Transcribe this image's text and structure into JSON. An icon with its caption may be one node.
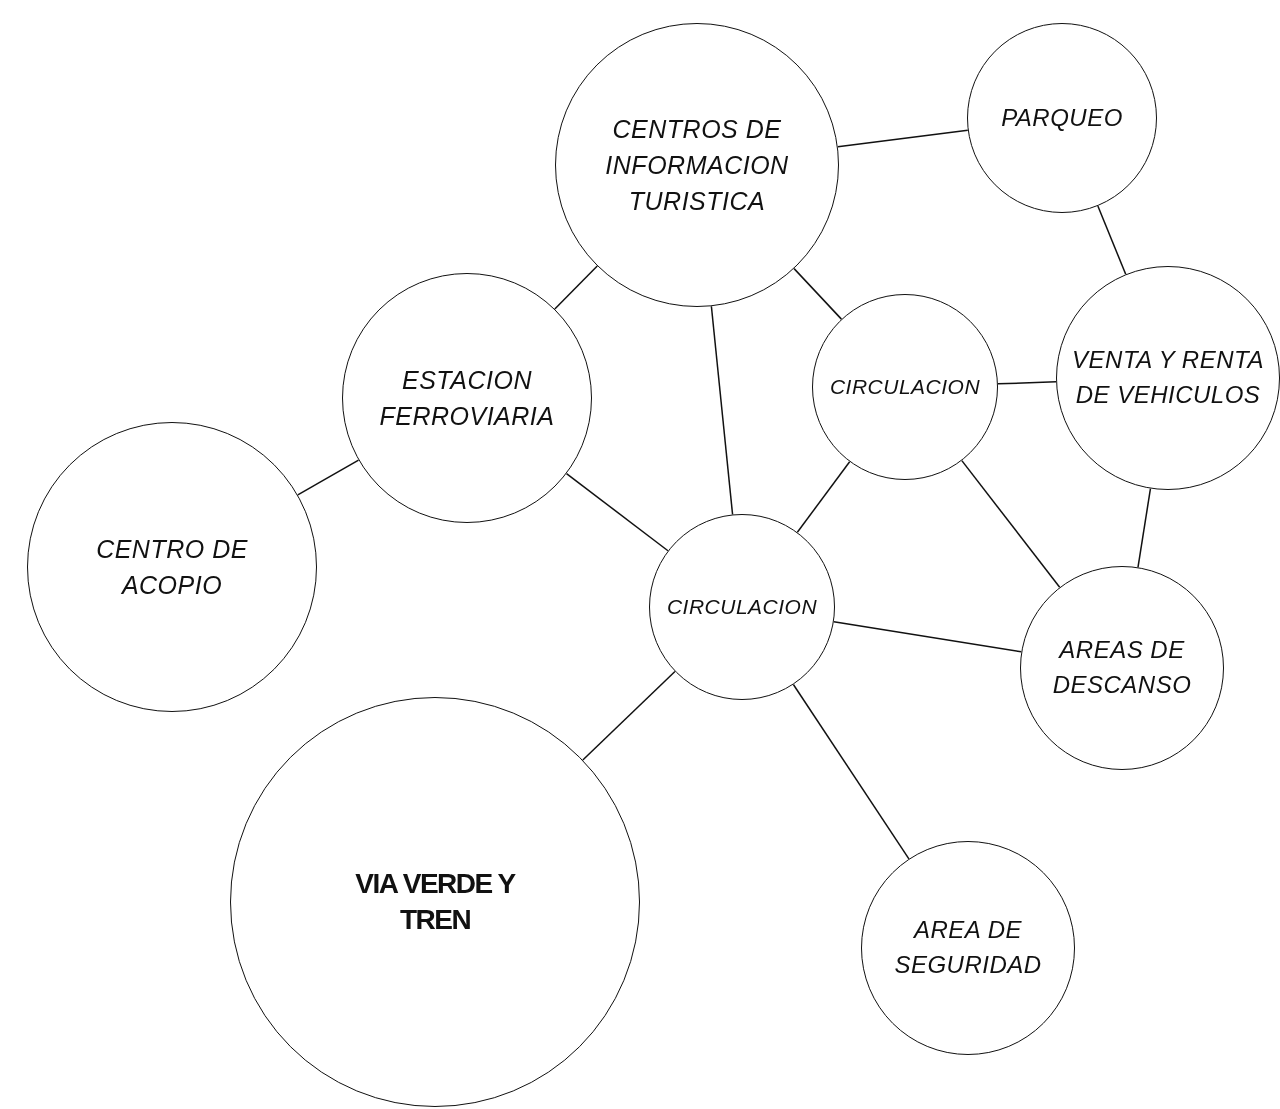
{
  "diagram": {
    "nodes": [
      {
        "text": [
          "CENTROS DE INFORMACION TURISTICA"
        ]
      },
      {
        "text": [
          "PARQUEO"
        ]
      },
      {
        "text": [
          "ESTACION FERROVIARIA"
        ]
      },
      {
        "text": [
          "CIRCULACION"
        ]
      },
      {
        "text": [
          "VENTA Y RENTA DE VEHICULOS"
        ]
      },
      {
        "text": [
          "CENTRO DE ACOPIO"
        ]
      },
      {
        "text": [
          "CIRCULACION"
        ]
      },
      {
        "text": [
          "AREAS DE DESCANSO"
        ]
      },
      {
        "text": [
          "VIA VERDE Y TREN"
        ]
      },
      {
        "text": [
          "AREA DE SEGURIDAD"
        ]
      }
    ],
    "edges": [
      {
        "from": 0,
        "to": 1,
        "arrow": "none"
      },
      {
        "from": 0,
        "to": 2,
        "arrow": "none"
      },
      {
        "from": 0,
        "to": 3,
        "arrow": "none"
      },
      {
        "from": 0,
        "to": 6,
        "arrow": "none"
      },
      {
        "from": 1,
        "to": 4,
        "arrow": "none"
      },
      {
        "from": 3,
        "to": 4,
        "arrow": "none"
      },
      {
        "from": 2,
        "to": 5,
        "arrow": "none"
      },
      {
        "from": 2,
        "to": 6,
        "arrow": "none"
      },
      {
        "from": 3,
        "to": 6,
        "arrow": "none"
      },
      {
        "from": 3,
        "to": 7,
        "arrow": "none"
      },
      {
        "from": 4,
        "to": 7,
        "arrow": "none"
      },
      {
        "from": 6,
        "to": 7,
        "arrow": "none"
      },
      {
        "from": 6,
        "to": 8,
        "arrow": "none"
      },
      {
        "from": 6,
        "to": 9,
        "arrow": "none"
      }
    ]
  }
}
